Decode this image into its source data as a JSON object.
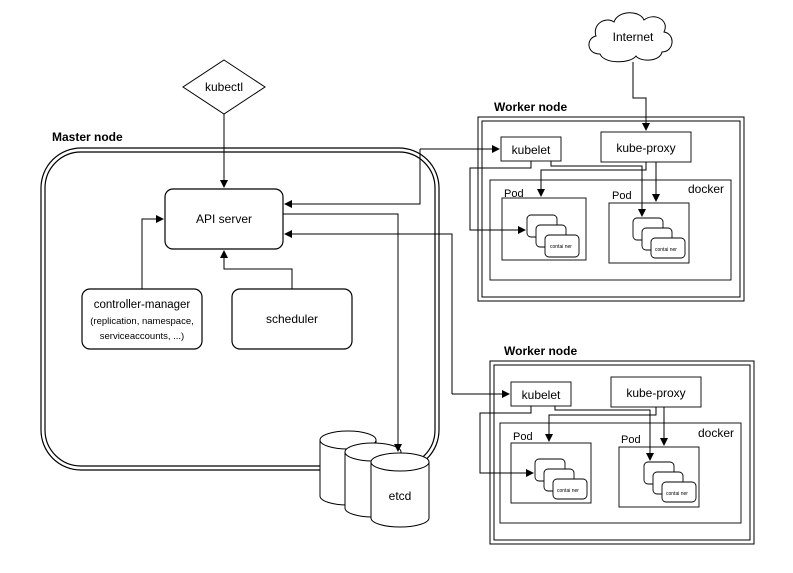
{
  "internet": {
    "label": "Internet"
  },
  "kubectl": {
    "label": "kubectl"
  },
  "master": {
    "title": "Master node",
    "api_server": "API server",
    "controller_manager": {
      "line1": "controller-manager",
      "line2": "(replication, namespace,",
      "line3": "serviceaccounts, ...)"
    },
    "scheduler": "scheduler"
  },
  "etcd": {
    "label": "etcd"
  },
  "worker1": {
    "title": "Worker node",
    "kubelet": "kubelet",
    "kube_proxy": "kube-proxy",
    "docker": "docker",
    "pod_a": "Pod",
    "pod_b": "Pod",
    "container_a": "contai ner",
    "container_b": "contai ner"
  },
  "worker2": {
    "title": "Worker node",
    "kubelet": "kubelet",
    "kube_proxy": "kube-proxy",
    "docker": "docker",
    "pod_a": "Pod",
    "pod_b": "Pod",
    "container_a": "contai ner",
    "container_b": "contai ner"
  },
  "colors": {
    "stroke": "#000000",
    "background": "#ffffff"
  }
}
